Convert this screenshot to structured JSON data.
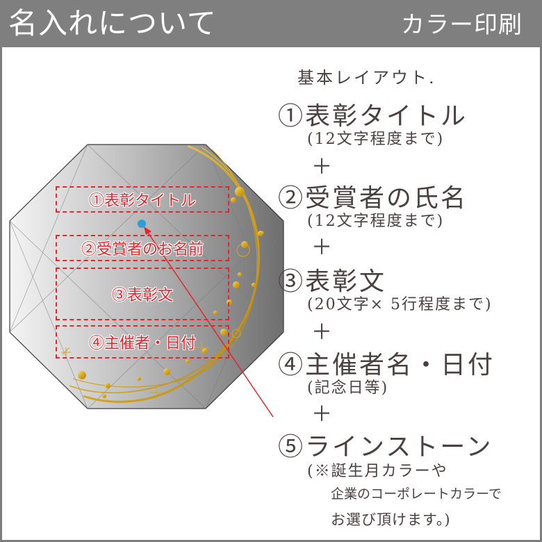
{
  "header": {
    "title": "名入れについて",
    "subtitle": "カラー印刷",
    "background": "#7f7f7f"
  },
  "diagram": {
    "zones": [
      {
        "label": "①表彰タイトル"
      },
      {
        "label": "②受賞者のお名前"
      },
      {
        "label": "③表彰文"
      },
      {
        "label": "④主催者・日付"
      }
    ],
    "marker_color": "#2a9fd8",
    "zone_color": "#e2262e",
    "decoration_color": "#d4a625"
  },
  "layout": {
    "heading": "基本レイアウト.",
    "plus": "＋",
    "items": [
      {
        "title": "①表彰タイトル",
        "note": "(12文字程度まで)"
      },
      {
        "title": "②受賞者の氏名",
        "note": "(12文字程度まで)"
      },
      {
        "title": "③表彰文",
        "note": "(20文字× 5行程度まで)"
      },
      {
        "title": "④主催者名・日付",
        "note": "(記念日等)"
      },
      {
        "title": "⑤ラインストーン",
        "note": "(※誕生月カラーや",
        "note_line2": "企業のコーポレートカラーで",
        "note_line3": "お選び頂けます。)"
      }
    ]
  }
}
